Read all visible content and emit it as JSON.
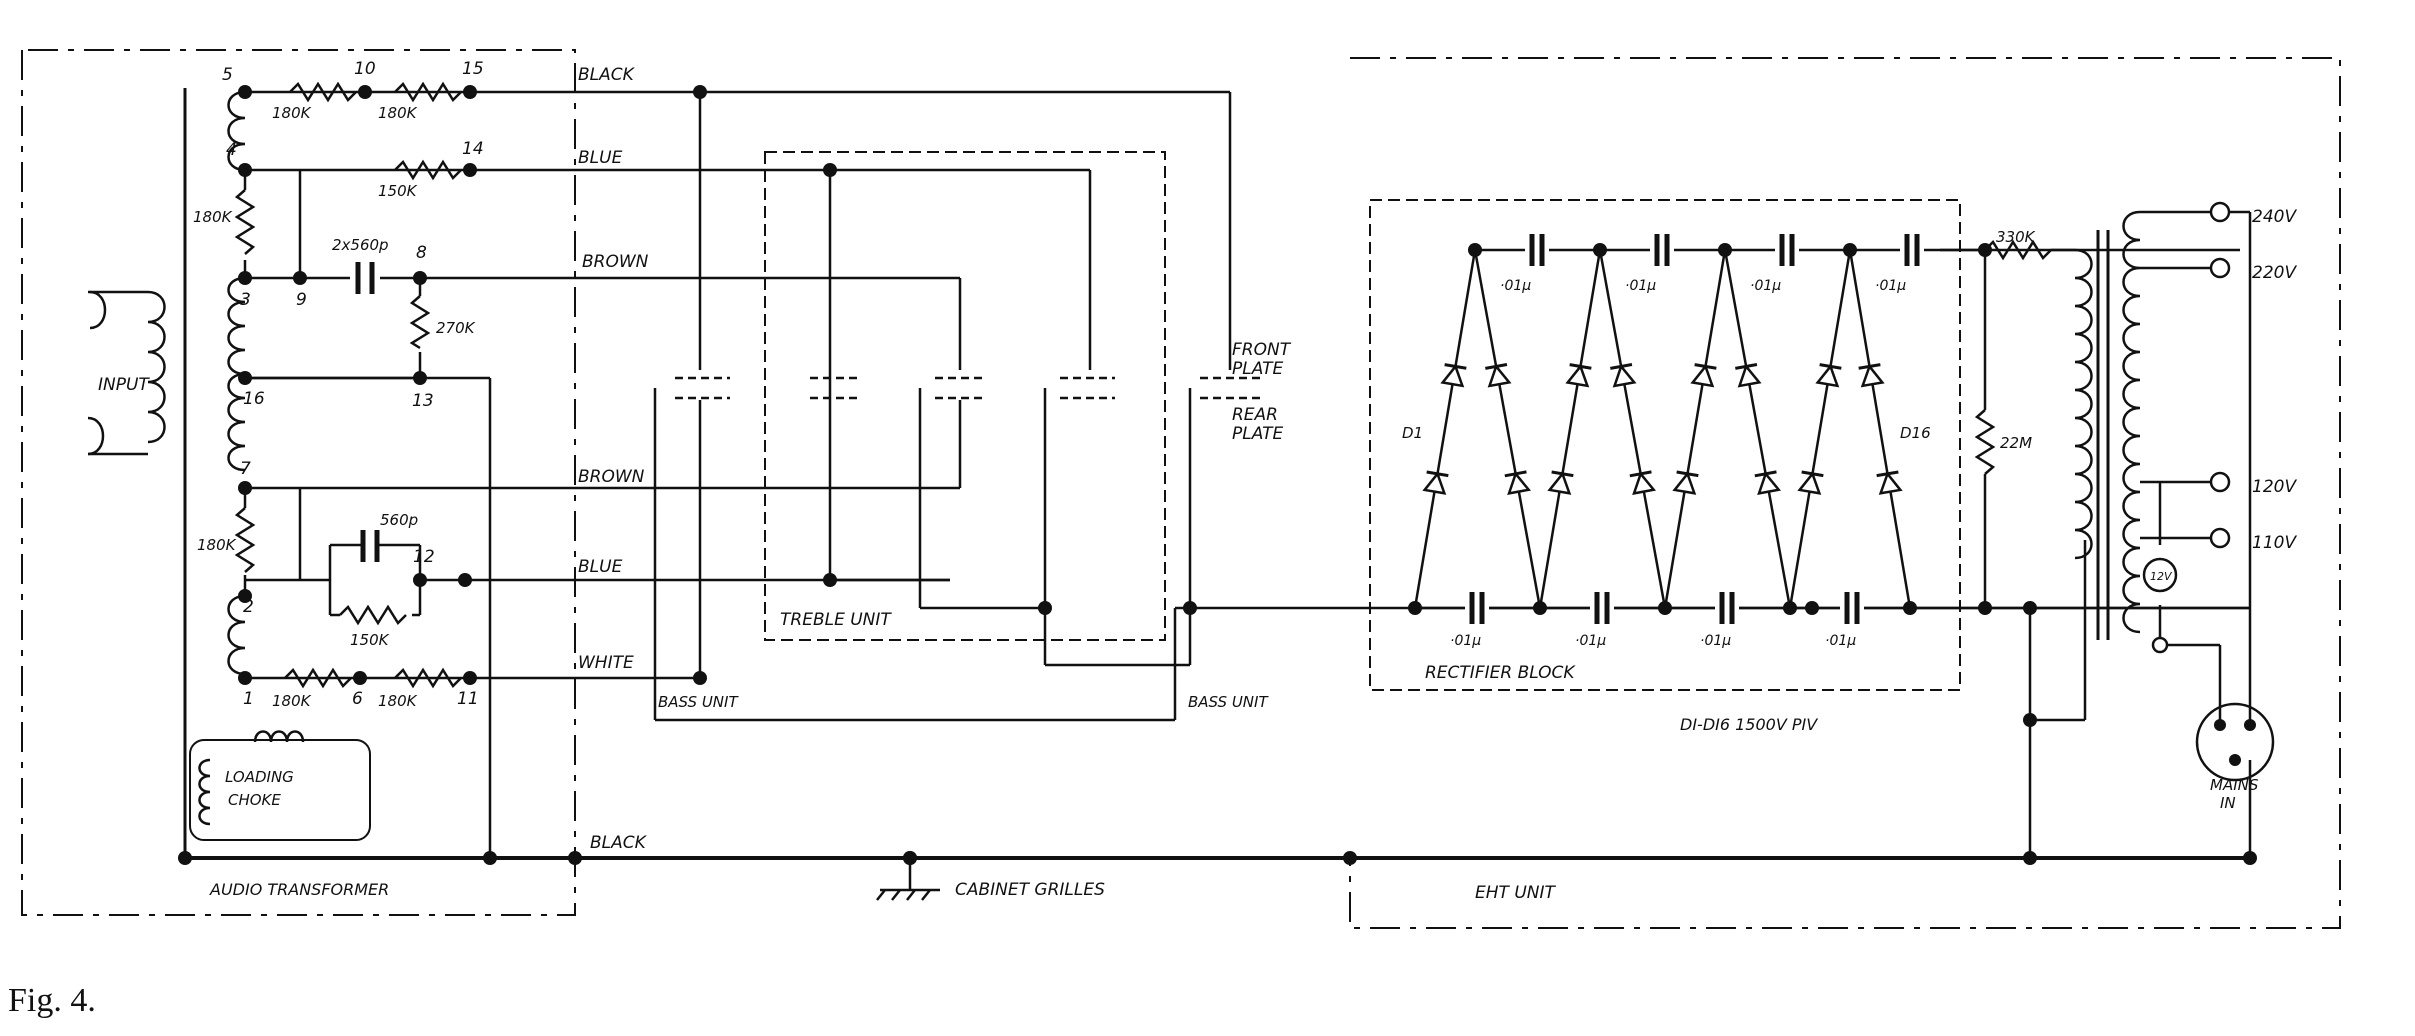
{
  "figure": {
    "caption": "Fig. 4."
  },
  "blocks": {
    "audio_transformer": "AUDIO TRANSFORMER",
    "loading_choke": [
      "LOADING",
      "CHOKE"
    ],
    "input": "INPUT",
    "treble_unit": "TREBLE UNIT",
    "bass_unit_left": "BASS UNIT",
    "bass_unit_right": "BASS UNIT",
    "front_plate": [
      "FRONT",
      "PLATE"
    ],
    "rear_plate": [
      "REAR",
      "PLATE"
    ],
    "rectifier_block": "RECTIFIER BLOCK",
    "eht_unit": "EHT UNIT",
    "diode_rating": "DI-DI6 1500V PIV",
    "cabinet_grilles": "CABINET GRILLES",
    "mains_in": [
      "MAINS",
      "IN"
    ],
    "lamp": "12V"
  },
  "wires": {
    "black_top": "BLACK",
    "blue_top": "BLUE",
    "brown_top": "BROWN",
    "brown_mid": "BROWN",
    "blue_mid": "BLUE",
    "white": "WHITE",
    "black_bottom": "BLACK"
  },
  "terminals": {
    "t5": "5",
    "t10": "10",
    "t15": "15",
    "t4": "4",
    "t14": "14",
    "t3": "3",
    "t9": "9",
    "t8": "8",
    "t16": "16",
    "t13": "13",
    "t7": "7",
    "t12": "12",
    "t2": "2",
    "t1": "1",
    "t6": "6",
    "t11": "11"
  },
  "components": {
    "r_5_10": "180K",
    "r_10_15": "180K",
    "r_4_14": "150K",
    "r_4_3": "180K",
    "c_9_8": "2x560p",
    "r_8_13": "270K",
    "r_7_2": "180K",
    "c_560": "560p",
    "r_150": "150K",
    "r_1_6": "180K",
    "r_6_11": "180K",
    "r_330": "330K",
    "r_22m": "22M",
    "d_first": "D1",
    "d_last": "D16",
    "cap_top": [
      "·01μ",
      "·01μ",
      "·01μ",
      "·01μ"
    ],
    "cap_bottom": [
      "·01μ",
      "·01μ",
      "·01μ",
      "·01μ"
    ]
  },
  "mains_taps": [
    "240V",
    "220V",
    "120V",
    "110V"
  ]
}
